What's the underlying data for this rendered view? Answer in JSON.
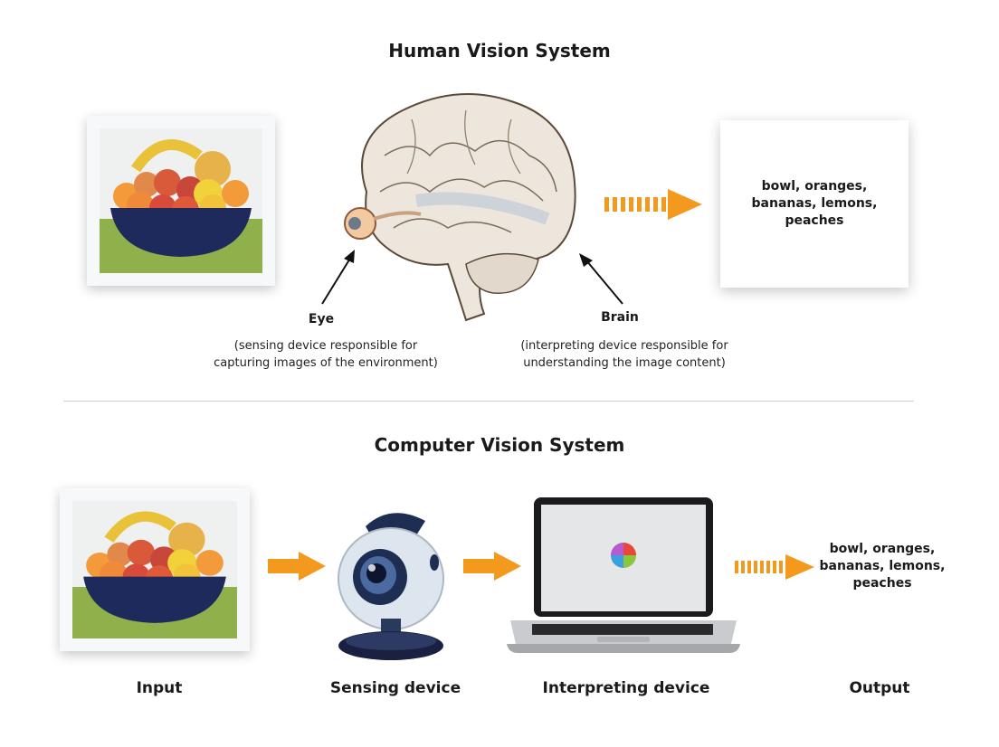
{
  "human": {
    "title": "Human Vision System",
    "eye_label": "Eye",
    "eye_desc_1": "(sensing device responsible for",
    "eye_desc_2": "capturing images of the environment)",
    "brain_label": "Brain",
    "brain_desc_1": "(interpreting device responsible for",
    "brain_desc_2": "understanding the image content)",
    "output_1": "bowl, oranges,",
    "output_2": "bananas, lemons,",
    "output_3": "peaches"
  },
  "computer": {
    "title": "Computer Vision System",
    "input_label": "Input",
    "sensing_label": "Sensing device",
    "interpreting_label": "Interpreting device",
    "output_label": "Output",
    "output_1": "bowl, oranges,",
    "output_2": "bananas, lemons,",
    "output_3": "peaches"
  },
  "colors": {
    "arrow": "#f39a1e",
    "bowl": "#1f2a5c",
    "table": "#8fb04a",
    "webcam_body": "#1e2d52",
    "webcam_face": "#dde6ef"
  }
}
